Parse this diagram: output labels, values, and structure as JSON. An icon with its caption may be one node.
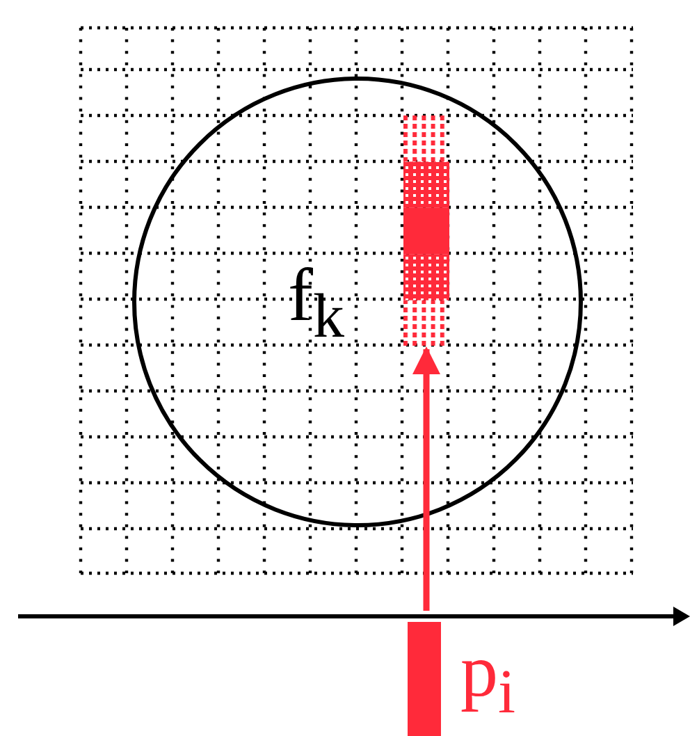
{
  "diagram": {
    "nodes": [
      {
        "text": [
          "f$_{k}$"
        ]
      },
      {
        "text": [],
        "shape": "bar",
        "beside": [
          "p$_{i}$"
        ]
      },
      {
        "text": [],
        "shape": "bar",
        "in": 0
      }
    ],
    "edges": [
      {
        "from": 1,
        "to": 2,
        "arrow": "to",
        "color": "#ff2a3a"
      }
    ]
  }
}
